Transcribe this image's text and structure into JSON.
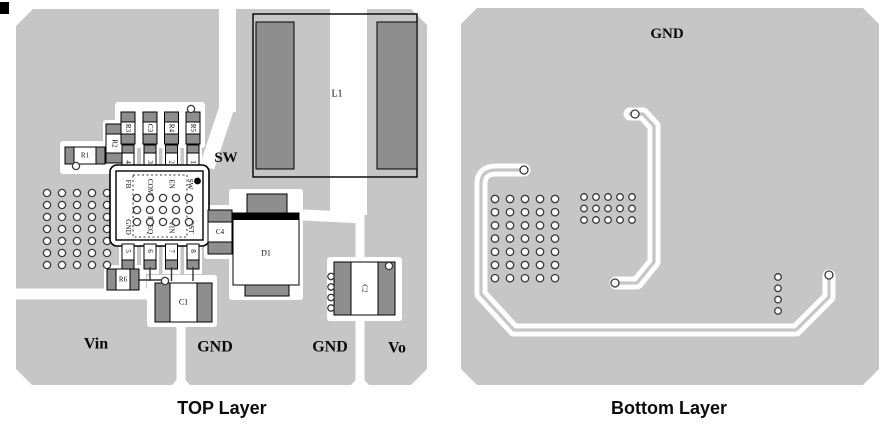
{
  "figure": {
    "left_caption": "TOP Layer",
    "right_caption": "Bottom Layer"
  },
  "top_layer": {
    "net_labels": {
      "sw": "SW",
      "vin": "Vin",
      "gnd_left": "GND",
      "gnd_right": "GND",
      "vo": "Vo"
    },
    "components": {
      "l1": "L1",
      "d1": "D1",
      "r1": "R1",
      "r2": "R2",
      "r3": "R3",
      "c3": "C3",
      "r4": "R4",
      "r5": "R5",
      "r6": "R6",
      "c1": "C1",
      "c4": "C4",
      "c2": "C2"
    },
    "ic": {
      "pins_top": [
        {
          "number": "4",
          "name": "FB"
        },
        {
          "number": "3",
          "name": "COMP"
        },
        {
          "number": "2",
          "name": "EN"
        },
        {
          "number": "1",
          "name": "SW"
        }
      ],
      "pins_bottom": [
        {
          "number": "5",
          "name": "GND"
        },
        {
          "number": "6",
          "name": "FREQ"
        },
        {
          "number": "7",
          "name": "VIN"
        },
        {
          "number": "8",
          "name": "BST"
        }
      ]
    }
  },
  "bottom_layer": {
    "net_labels": {
      "gnd": "GND"
    }
  }
}
